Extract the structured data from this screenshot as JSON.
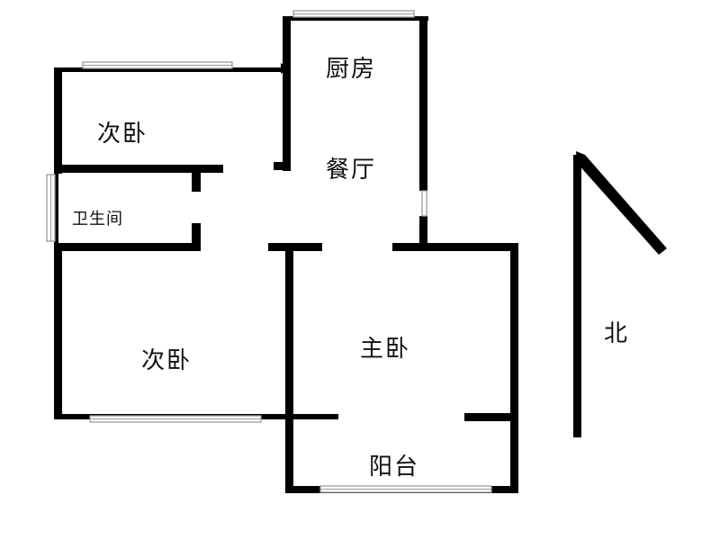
{
  "rooms": {
    "kitchen": "厨房",
    "dining": "餐厅",
    "bedroom_top": "次卧",
    "bathroom": "卫生间",
    "bedroom_bottom": "次卧",
    "master": "主卧",
    "balcony": "阳台"
  },
  "north_label": "北",
  "colors": {
    "wall": "#000000",
    "window": "#9a9a9a",
    "background": "#ffffff"
  }
}
